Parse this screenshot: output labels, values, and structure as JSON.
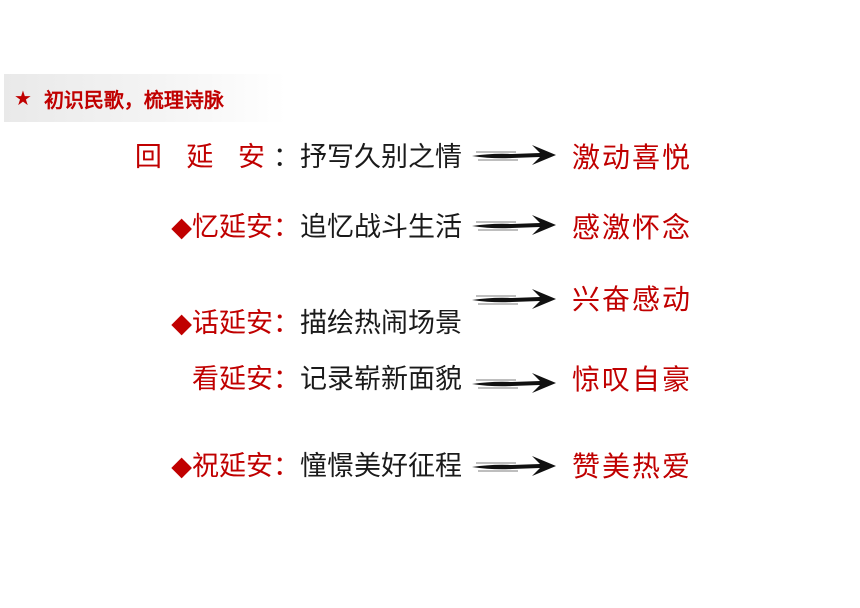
{
  "header": {
    "star": "★",
    "title": "初识民歌，梳理诗脉"
  },
  "rows": [
    {
      "bullet": "",
      "topic": "回 延 安",
      "colon": "：",
      "desc": "抒写久别之情",
      "result": "激动喜悦"
    },
    {
      "bullet": "◆",
      "topic": "忆延安",
      "colon": "：",
      "desc": "追忆战斗生活",
      "result": "感激怀念"
    },
    {
      "bullet": "◆",
      "topic": "话延安",
      "colon": "：",
      "desc": "描绘热闹场景",
      "result": "兴奋感动"
    },
    {
      "bullet": "",
      "topic": "看延安",
      "colon": "：",
      "desc": "记录崭新面貌",
      "result": "惊叹自豪"
    },
    {
      "bullet": "◆",
      "topic": "祝延安",
      "colon": "：",
      "desc": "憧憬美好征程",
      "result": "赞美热爱"
    }
  ],
  "colors": {
    "accent": "#c00000",
    "text": "#1a1a1a",
    "brush": "#111111"
  },
  "icons": {
    "bullet": "diamond-icon",
    "arrow": "brush-arrow-icon",
    "star": "star-icon"
  }
}
